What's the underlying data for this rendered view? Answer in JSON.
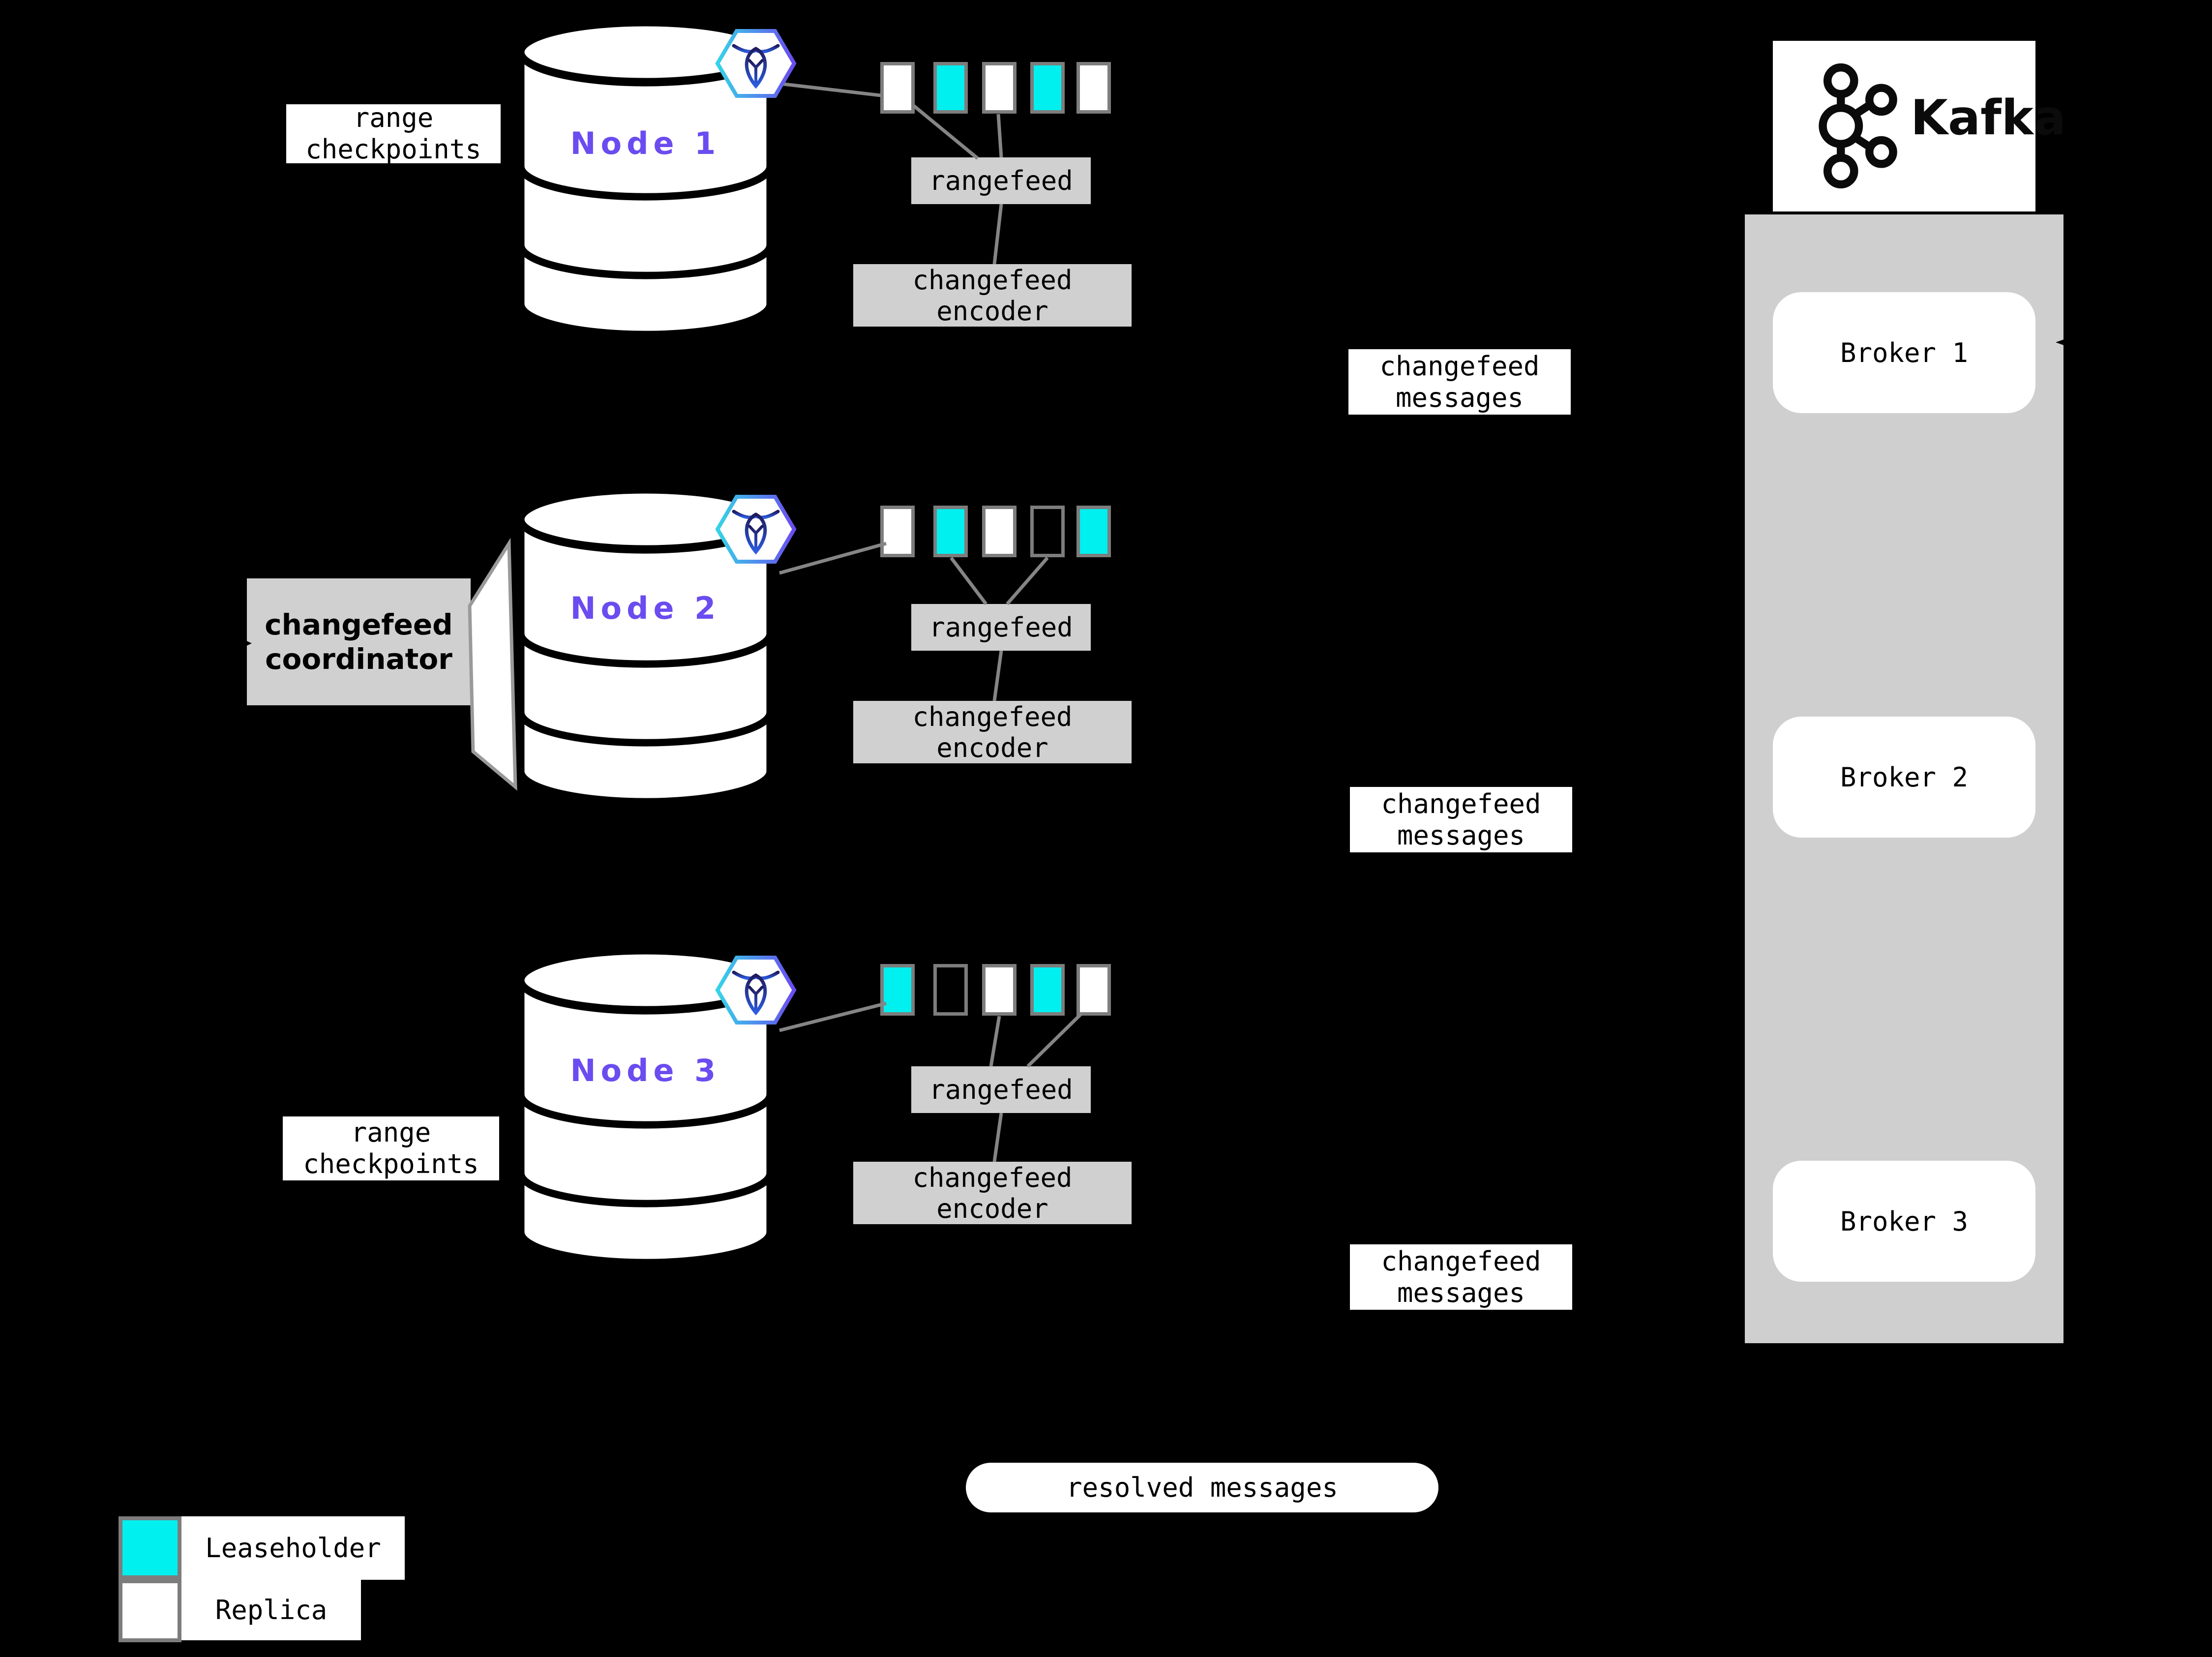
{
  "labels": {
    "range_checkpoints": "range checkpoints",
    "changefeed_coordinator": "changefeed coordinator",
    "rangefeed": "rangefeed",
    "changefeed_encoder": "changefeed encoder",
    "changefeed_messages": "changefeed messages",
    "resolved_messages": "resolved messages"
  },
  "nodes": [
    {
      "label": "Node 1",
      "ranges": [
        "replica",
        "leaseholder",
        "replica",
        "leaseholder",
        "replica"
      ]
    },
    {
      "label": "Node 2",
      "ranges": [
        "replica",
        "leaseholder",
        "replica",
        "empty",
        "leaseholder"
      ]
    },
    {
      "label": "Node 3",
      "ranges": [
        "leaseholder",
        "empty",
        "replica",
        "leaseholder",
        "replica"
      ]
    }
  ],
  "kafka": {
    "logo_text": "Kafka",
    "brokers": [
      "Broker 1",
      "Broker 2",
      "Broker 3"
    ]
  },
  "legend": {
    "items": [
      {
        "label": "Leaseholder",
        "type": "leaseholder"
      },
      {
        "label": "Replica",
        "type": "replica"
      }
    ]
  },
  "colors": {
    "background": "#000000",
    "leaseholder": "#00efef",
    "replica": "#ffffff",
    "box_gray": "#d0d0d0",
    "node_label_purple": "#6b4cf0",
    "connector_gray": "#858585"
  }
}
